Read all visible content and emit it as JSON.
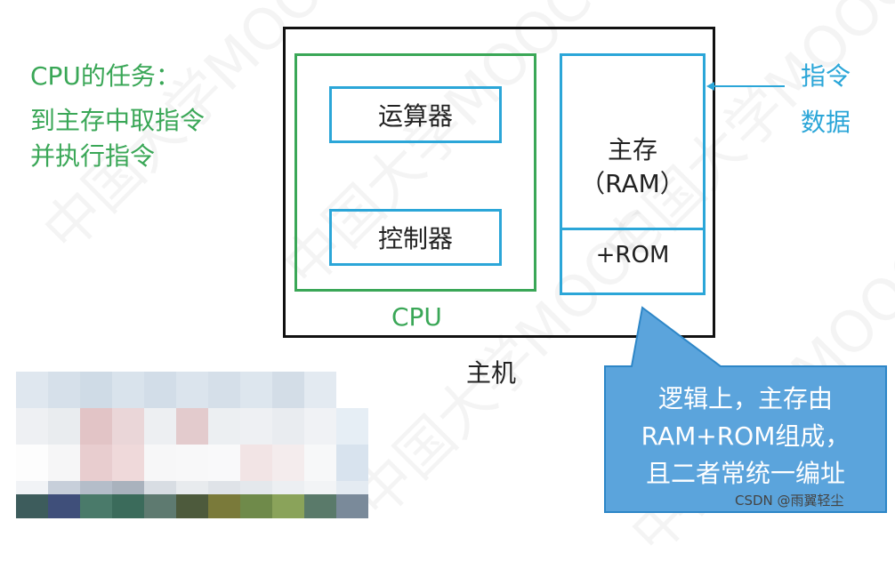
{
  "left_text": {
    "line1": "CPU的任务：",
    "line2": "到主存中取指令",
    "line3": "并执行指令"
  },
  "cpu": {
    "alu_label": "运算器",
    "control_label": "控制器",
    "label": "CPU"
  },
  "memory": {
    "line1": "主存",
    "line2": "（RAM）",
    "rom_label": "+ROM"
  },
  "host_label": "主机",
  "side_label": {
    "line1": "指令",
    "line2": "数据"
  },
  "callout": {
    "line1": "逻辑上，主存由",
    "line2": "RAM+ROM组成，",
    "line3": "且二者常统一编址"
  },
  "watermark": "中国大学MOOC",
  "footer_credit": "CSDN @雨翼轻尘",
  "colors": {
    "green": "#3aa757",
    "blue": "#2ba6d8",
    "callout_fill": "#5ba4dc"
  }
}
